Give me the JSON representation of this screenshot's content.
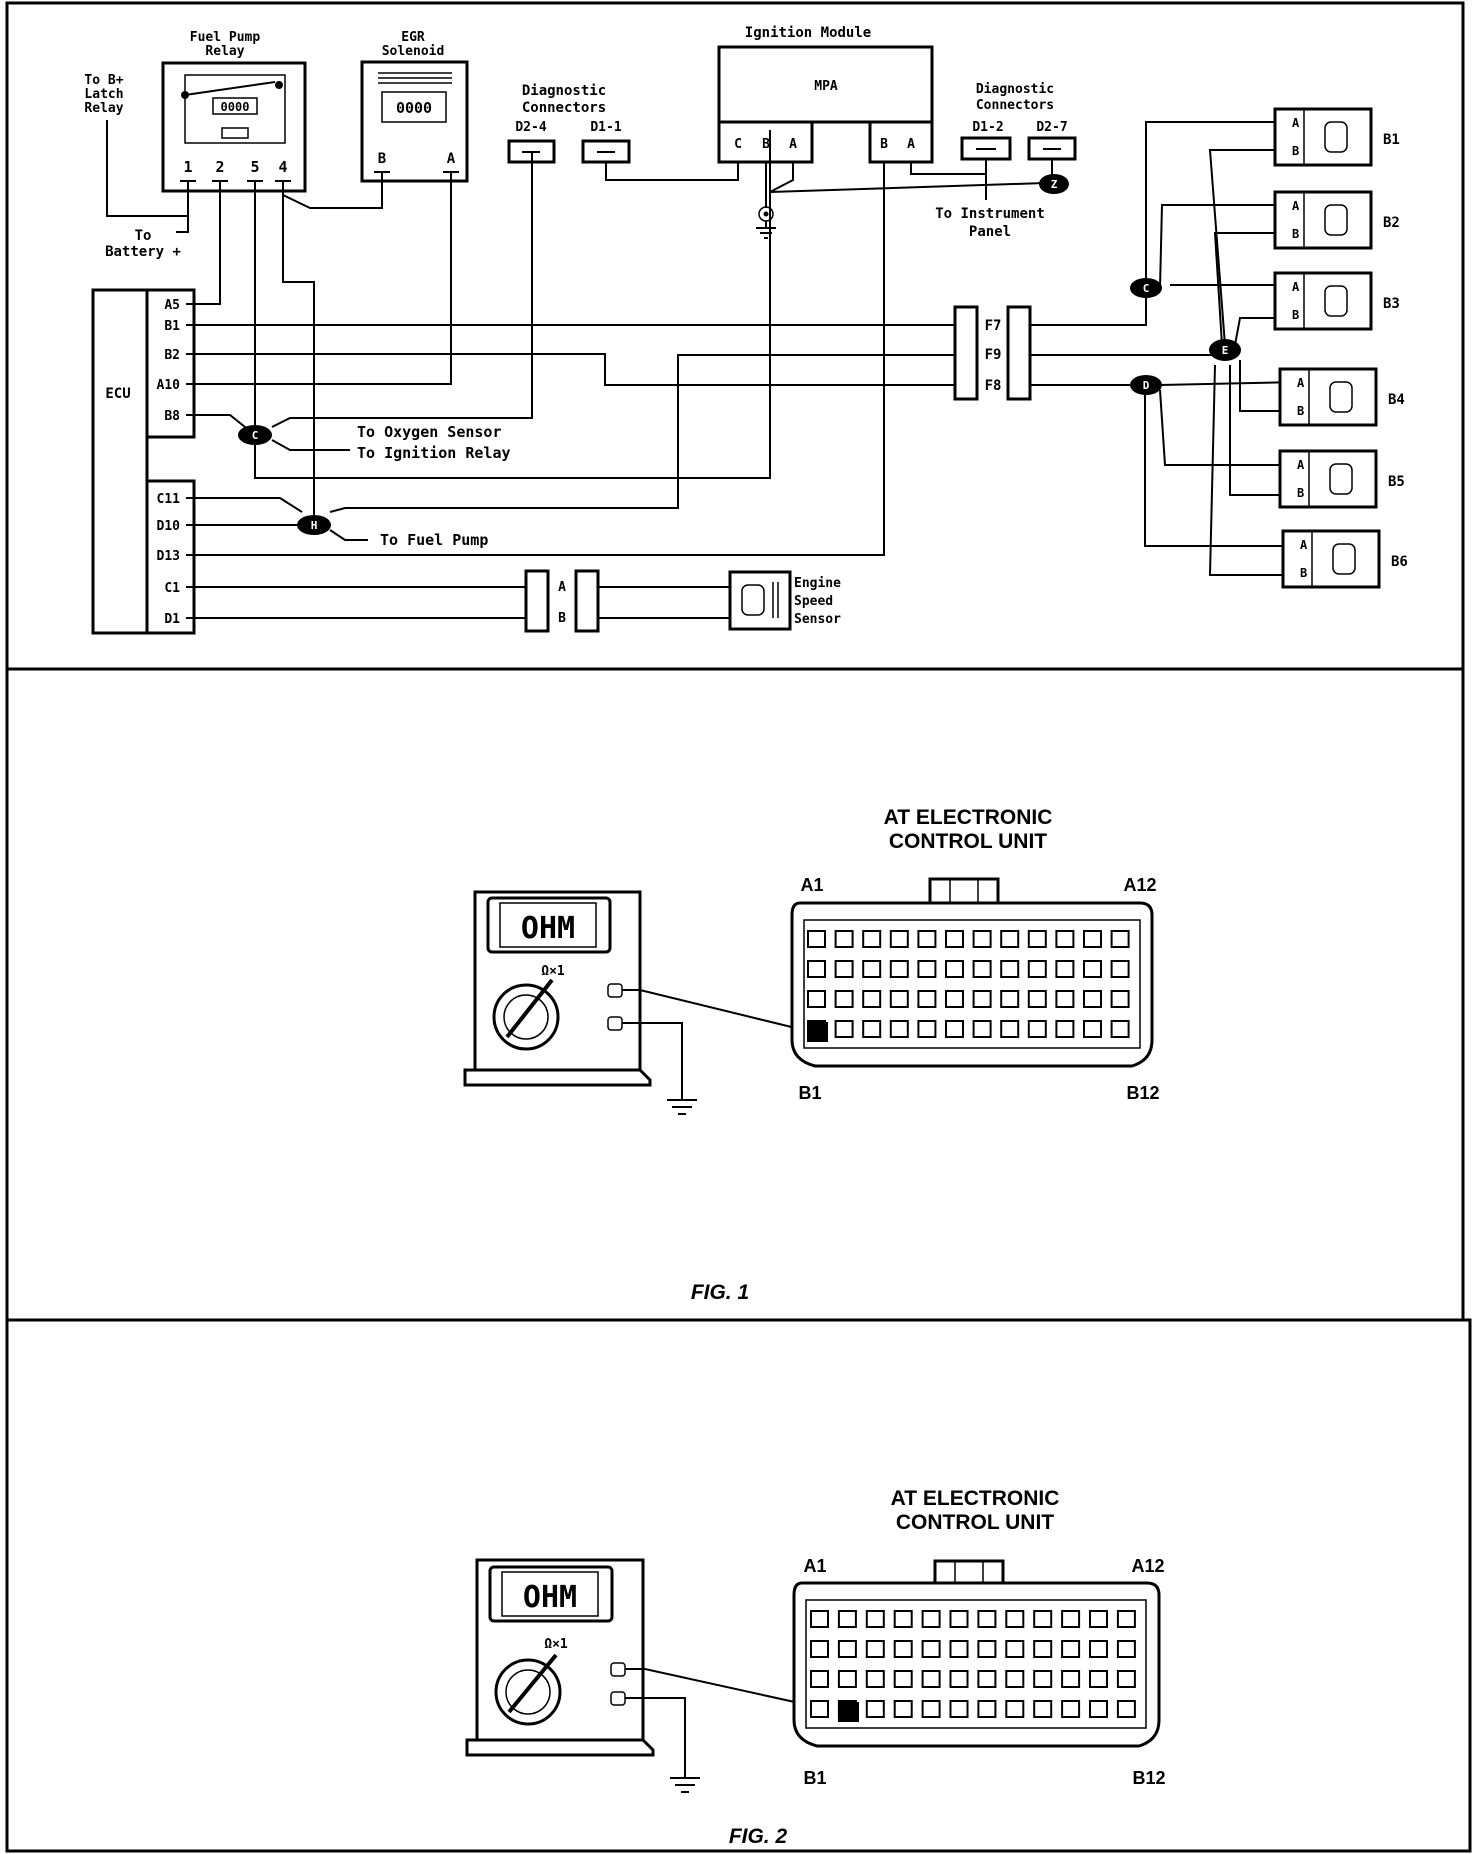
{
  "wiring": {
    "fuel_pump_relay": {
      "title1": "Fuel Pump",
      "title2": "Relay",
      "pins": [
        "1",
        "2",
        "5",
        "4"
      ],
      "pin_symbol": "0000"
    },
    "to_b_plus": {
      "line1": "To B+",
      "line2": "Latch",
      "line3": "Relay"
    },
    "to_battery": {
      "line1": "To",
      "line2": "Battery +"
    },
    "egr": {
      "title1": "EGR",
      "title2": "Solenoid",
      "coil": "0000",
      "pin_b": "B",
      "pin_a": "A"
    },
    "diag_left": {
      "title1": "Diagnostic",
      "title2": "Connectors",
      "d24": "D2-4",
      "d11": "D1-1"
    },
    "ignition": {
      "title": "Ignition Module",
      "mpa": "MPA",
      "pins_left": [
        "C",
        "B",
        "A"
      ],
      "pins_right": [
        "B",
        "A"
      ]
    },
    "diag_right": {
      "title1": "Diagnostic",
      "title2": "Connectors",
      "d12": "D1-2",
      "d27": "D2-7"
    },
    "to_instrument": {
      "line1": "To Instrument",
      "line2": "Panel"
    },
    "ecu": {
      "label": "ECU",
      "pins": [
        "A5",
        "B1",
        "B2",
        "A10",
        "B8",
        "C11",
        "D10",
        "D13",
        "C1",
        "D1"
      ]
    },
    "to_oxygen": "To Oxygen Sensor",
    "to_ignition_relay": "To Ignition Relay",
    "to_fuel_pump": "To Fuel Pump",
    "splices": [
      "C",
      "H",
      "C",
      "E",
      "D",
      "Z"
    ],
    "f_pins": [
      "F7",
      "F9",
      "F8"
    ],
    "ess": {
      "pin_a": "A",
      "pin_b": "B",
      "line1": "Engine",
      "line2": "Speed",
      "line3": "Sensor"
    },
    "injectors": [
      "B1",
      "B2",
      "B3",
      "B4",
      "B5",
      "B6"
    ],
    "inj_pin_a": "A",
    "inj_pin_b": "B"
  },
  "fig1": {
    "title1": "AT ELECTRONIC",
    "title2": "CONTROL UNIT",
    "meter_display": "OHM",
    "meter_range": "Ω×1",
    "a1": "A1",
    "a12": "A12",
    "b1": "B1",
    "b12": "B12",
    "caption": "FIG. 1"
  },
  "fig2": {
    "title1": "AT ELECTRONIC",
    "title2": "CONTROL UNIT",
    "meter_display": "OHM",
    "meter_range": "Ω×1",
    "a1": "A1",
    "a12": "A12",
    "b1": "B1",
    "b12": "B12",
    "caption": "FIG. 2"
  }
}
